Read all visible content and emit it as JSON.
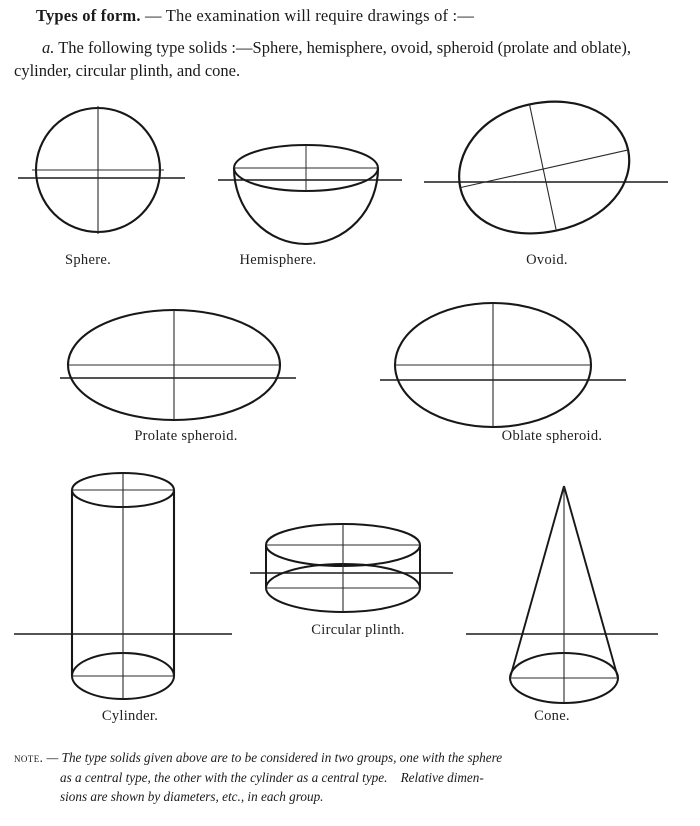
{
  "document": {
    "page_background": "#ffffff",
    "ink_color": "#1a1a1a"
  },
  "heading": {
    "lead": "Types of form.",
    "dash": " — ",
    "rest": "The examination will require drawings of :—"
  },
  "paragraph_a": {
    "marker": "a.",
    "text": " The following type solids :—Sphere, hemisphere, ovoid, spheroid (prolate and oblate), cylinder, circular plinth, and cone."
  },
  "figures": [
    {
      "id": "sphere",
      "caption": "Sphere.",
      "kind": "circle",
      "notes": "circle with vertical and horizontal centre lines, ground line through centre"
    },
    {
      "id": "hemisphere",
      "caption": "Hemisphere.",
      "kind": "bowl",
      "notes": "elliptical rim with lower semicircular bowl, vertical centre line, ground line at rim"
    },
    {
      "id": "ovoid",
      "caption": "Ovoid.",
      "kind": "egg-tilted",
      "notes": "egg shape tilted, slanted long axis and perpendicular short axis, ground line"
    },
    {
      "id": "prolate-spheroid",
      "caption": "Prolate spheroid.",
      "kind": "ellipse-wide",
      "notes": "wide ellipse, horizontal long axis, vertical short axis, ground line"
    },
    {
      "id": "oblate-spheroid",
      "caption": "Oblate spheroid.",
      "kind": "ellipse-round",
      "notes": "rounder ellipse, horizontal and vertical centre lines, ground line"
    },
    {
      "id": "cylinder",
      "caption": "Cylinder.",
      "kind": "cylinder",
      "notes": "tall cylinder, elliptical top and base drawn through, vertical axis, ground line"
    },
    {
      "id": "circular-plinth",
      "caption": "Circular plinth.",
      "kind": "plinth",
      "notes": "short cylinder, elliptical top and base drawn through, centre lines, ground line"
    },
    {
      "id": "cone",
      "caption": "Cone.",
      "kind": "cone",
      "notes": "cone with elliptical base drawn through, vertical axis, ground line"
    }
  ],
  "note": {
    "label": "Note.",
    "dash": " — ",
    "line1": "The type solids given above are to be considered in two groups, one with the sphere",
    "line2": "as a central type, the other with the cylinder as a central type. Relative dimen-",
    "line3": "sions are shown by diameters, etc., in each group."
  }
}
